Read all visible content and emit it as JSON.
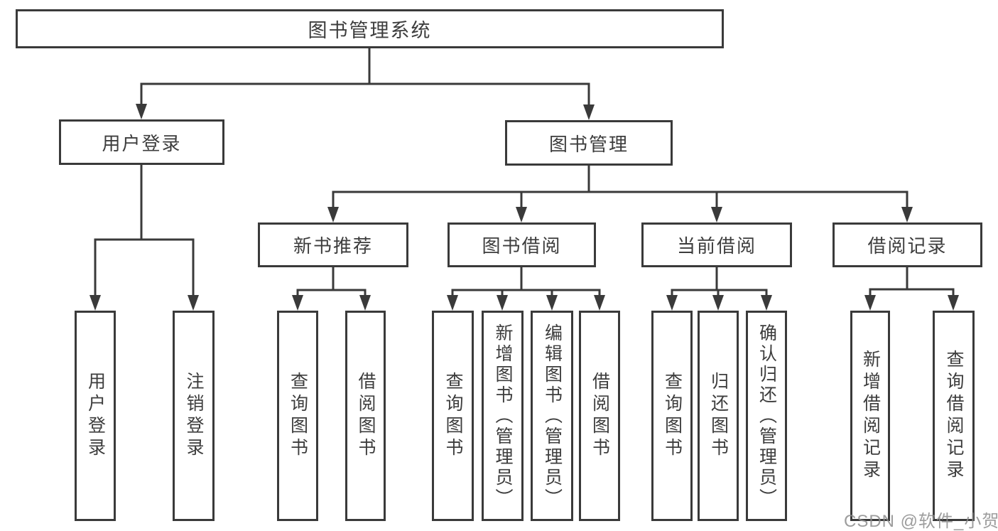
{
  "diagram": {
    "root": {
      "label": "图书管理系统"
    },
    "user_login": {
      "label": "用户登录",
      "children": [
        {
          "label": "用户登录"
        },
        {
          "label": "注销登录"
        }
      ]
    },
    "book_management": {
      "label": "图书管理",
      "sections": [
        {
          "label": "新书推荐",
          "children": [
            {
              "label": "查询图书"
            },
            {
              "label": "借阅图书"
            }
          ]
        },
        {
          "label": "图书借阅",
          "children": [
            {
              "label": "查询图书"
            },
            {
              "label": "新增图书（管理员）"
            },
            {
              "label": "编辑图书（管理员）"
            },
            {
              "label": "借阅图书"
            }
          ]
        },
        {
          "label": "当前借阅",
          "children": [
            {
              "label": "查询图书"
            },
            {
              "label": "归还图书"
            },
            {
              "label": "确认归还（管理员）"
            }
          ]
        },
        {
          "label": "借阅记录",
          "children": [
            {
              "label": "新增借阅记录"
            },
            {
              "label": "查询借阅记录"
            }
          ]
        }
      ]
    }
  },
  "watermark": {
    "text": "CSDN @软件_小贺同学"
  },
  "colors": {
    "line": "#3a3a3a",
    "text": "#3d3d3d",
    "background": "#ffffff",
    "watermark": "#8c8c8c"
  }
}
